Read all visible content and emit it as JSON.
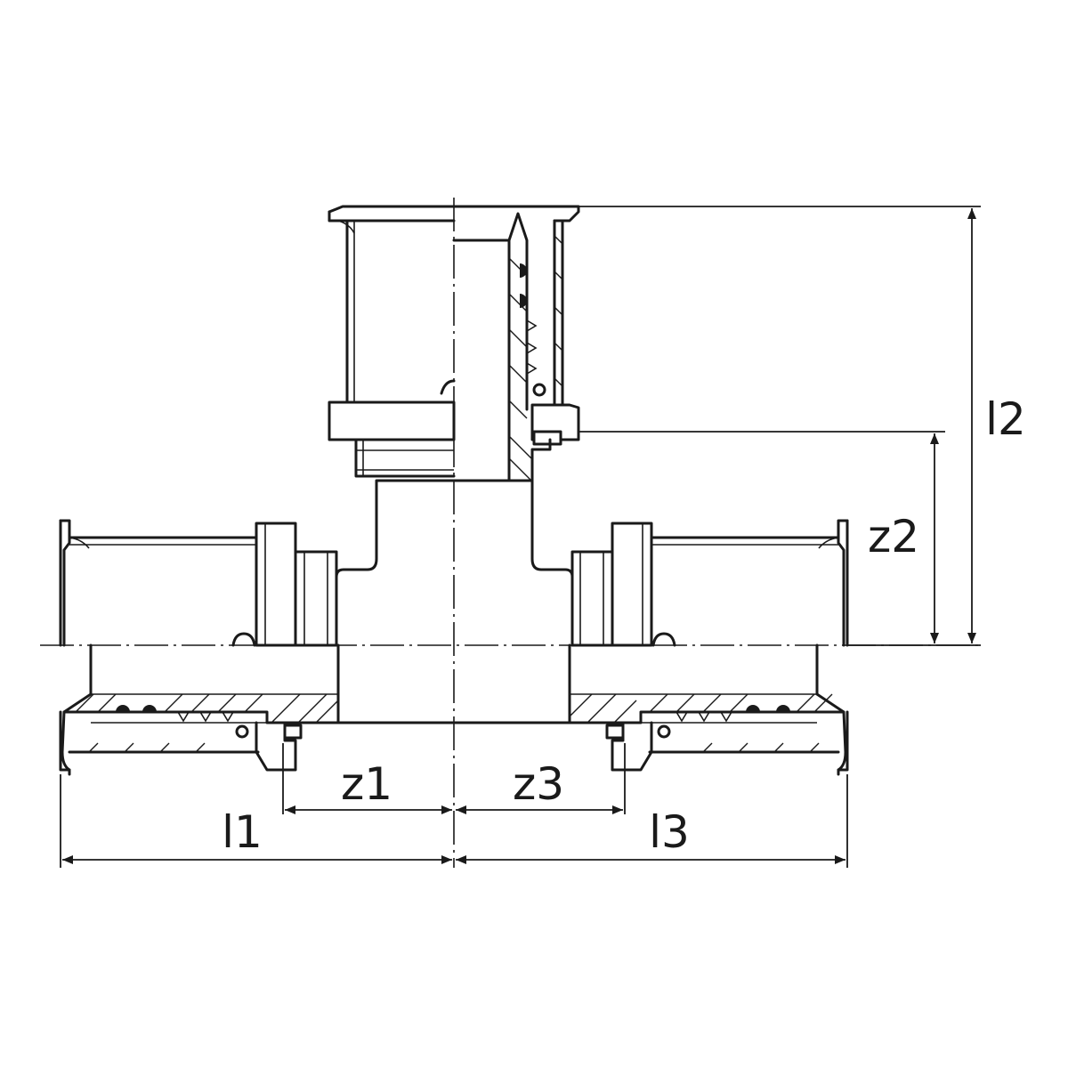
{
  "diagram": {
    "dimensions": {
      "l1": "l1",
      "l2": "l2",
      "l3": "l3",
      "z1": "z1",
      "z2": "z2",
      "z3": "z3"
    }
  }
}
